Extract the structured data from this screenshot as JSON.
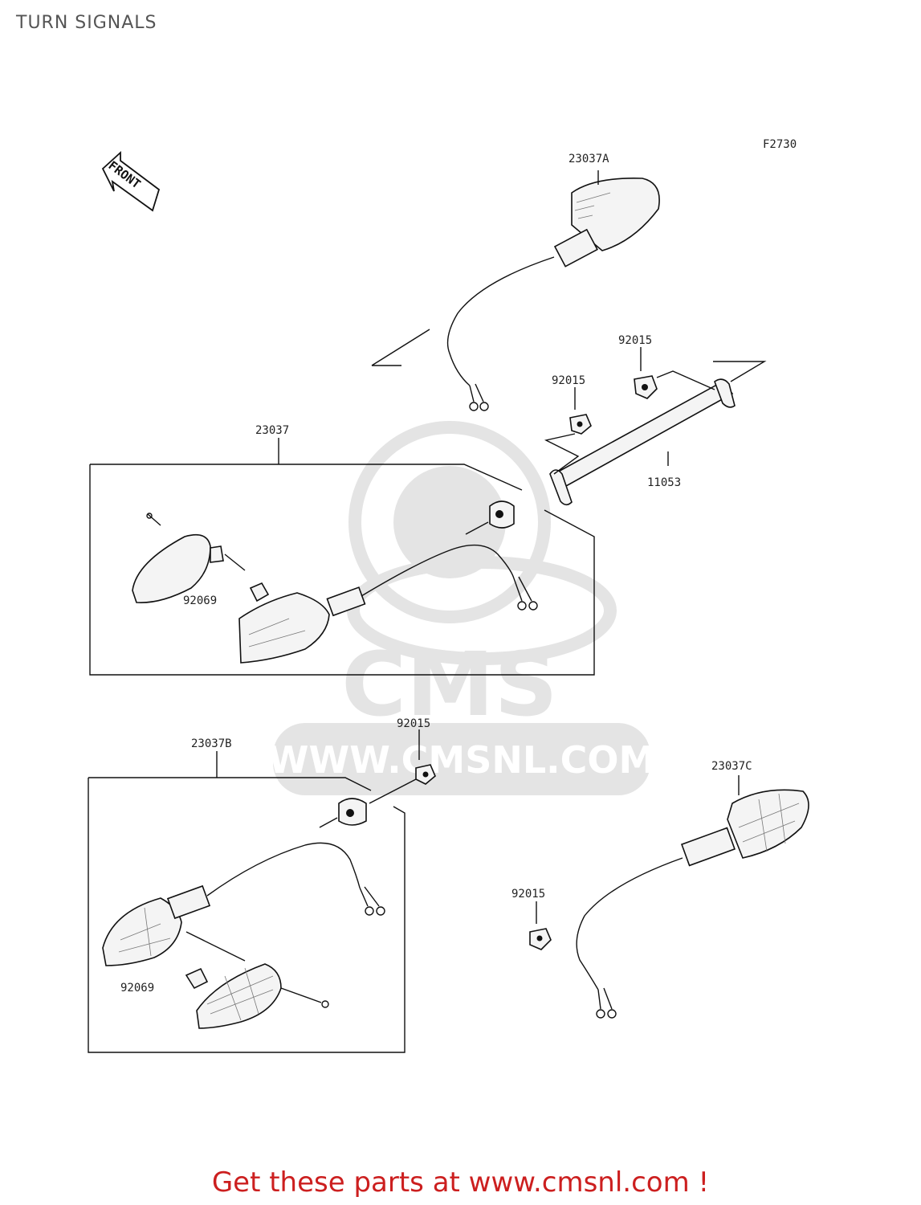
{
  "title": "TURN SIGNALS",
  "figure_code": "F2730",
  "front_marker": "FRONT",
  "watermark": {
    "brand": "CMS",
    "url": "WWW.CMSNL.COM"
  },
  "callouts": {
    "p23037a": "23037A",
    "p23037": "23037",
    "p23037b": "23037B",
    "p23037c": "23037C",
    "p92015_top_right": "92015",
    "p92015_top_mid": "92015",
    "p92015_mid": "92015",
    "p92015_lower": "92015",
    "p11053": "11053",
    "p92069_upper": "92069",
    "p92069_lower": "92069"
  },
  "footer": "Get these parts at www.cmsnl.com !"
}
